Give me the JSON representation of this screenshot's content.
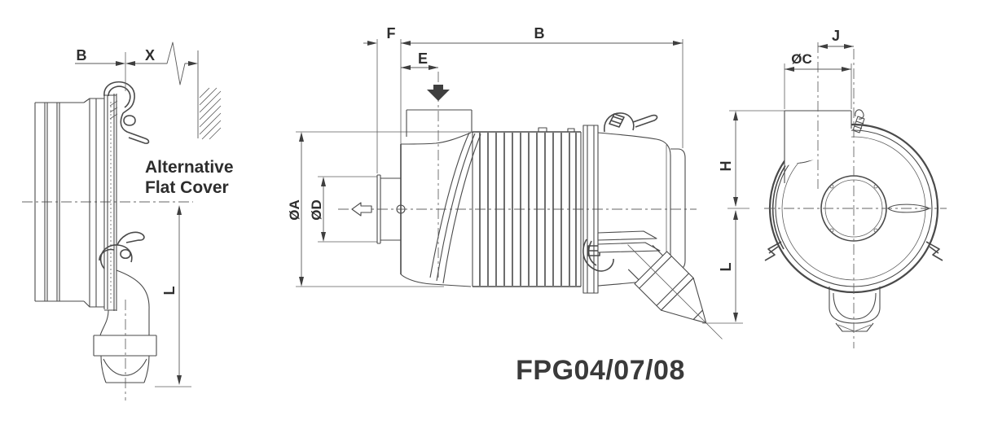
{
  "drawing": {
    "title": "FPG04/07/08",
    "caption": {
      "line1": "Alternative",
      "line2": "Flat Cover"
    },
    "labels": {
      "alt_b": "B",
      "alt_x": "X",
      "alt_l": "L",
      "side_f": "F",
      "side_b": "B",
      "side_e": "E",
      "side_dia_a": "ØA",
      "side_dia_d": "ØD",
      "end_j": "J",
      "end_dia_c": "ØC",
      "end_h": "H",
      "end_l": "L"
    },
    "colors": {
      "line": "#4a4a4a",
      "dimension_line": "#595959",
      "label_text": "#2e2e2e",
      "title_text": "#3a3a3a",
      "background": "#ffffff"
    }
  }
}
